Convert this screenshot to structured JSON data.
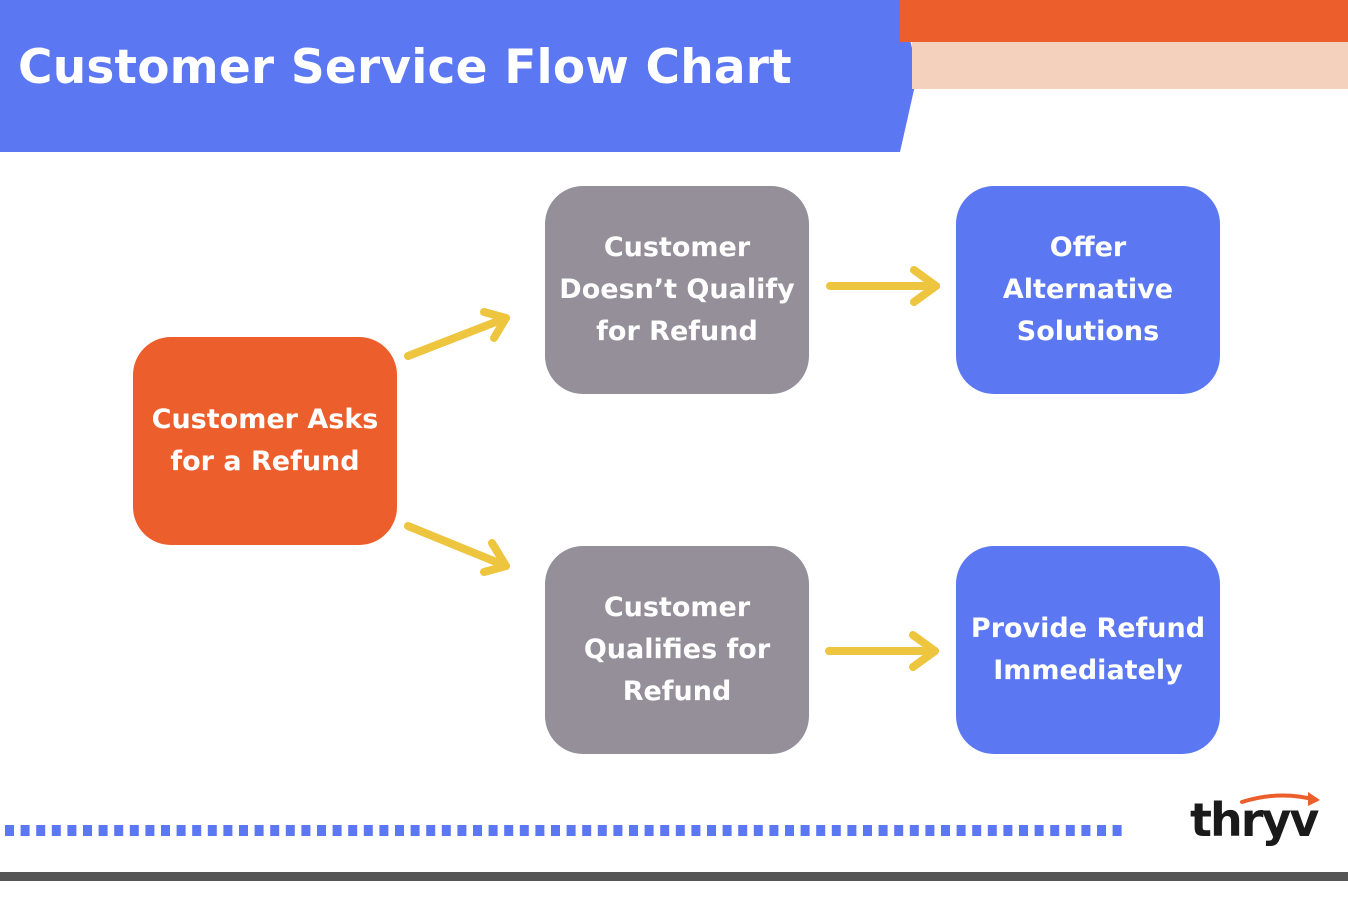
{
  "header": {
    "title": "Customer Service Flow Chart"
  },
  "nodes": {
    "start": {
      "lines": [
        "Customer Asks",
        "for a Refund"
      ]
    },
    "not_qualify": {
      "lines": [
        "Customer",
        "Doesn’t Qualify",
        "for Refund"
      ]
    },
    "qualifies": {
      "lines": [
        "Customer",
        "Qualifies for",
        "Refund"
      ]
    },
    "alternatives": {
      "lines": [
        "Offer",
        "Alternative",
        "Solutions"
      ]
    },
    "provide_refund": {
      "lines": [
        "Provide Refund",
        "Immediately"
      ]
    }
  },
  "edges": [
    {
      "from": "start",
      "to": "not_qualify"
    },
    {
      "from": "start",
      "to": "qualifies"
    },
    {
      "from": "not_qualify",
      "to": "alternatives"
    },
    {
      "from": "qualifies",
      "to": "provide_refund"
    }
  ],
  "logo": {
    "text": "thryv"
  },
  "colors": {
    "brand_blue": "#5b78f2",
    "orange": "#ec5e2c",
    "peach": "#f4d1bd",
    "gray_node": "#958f99",
    "arrow_yellow": "#edc53f",
    "dark_bar": "#555555"
  }
}
